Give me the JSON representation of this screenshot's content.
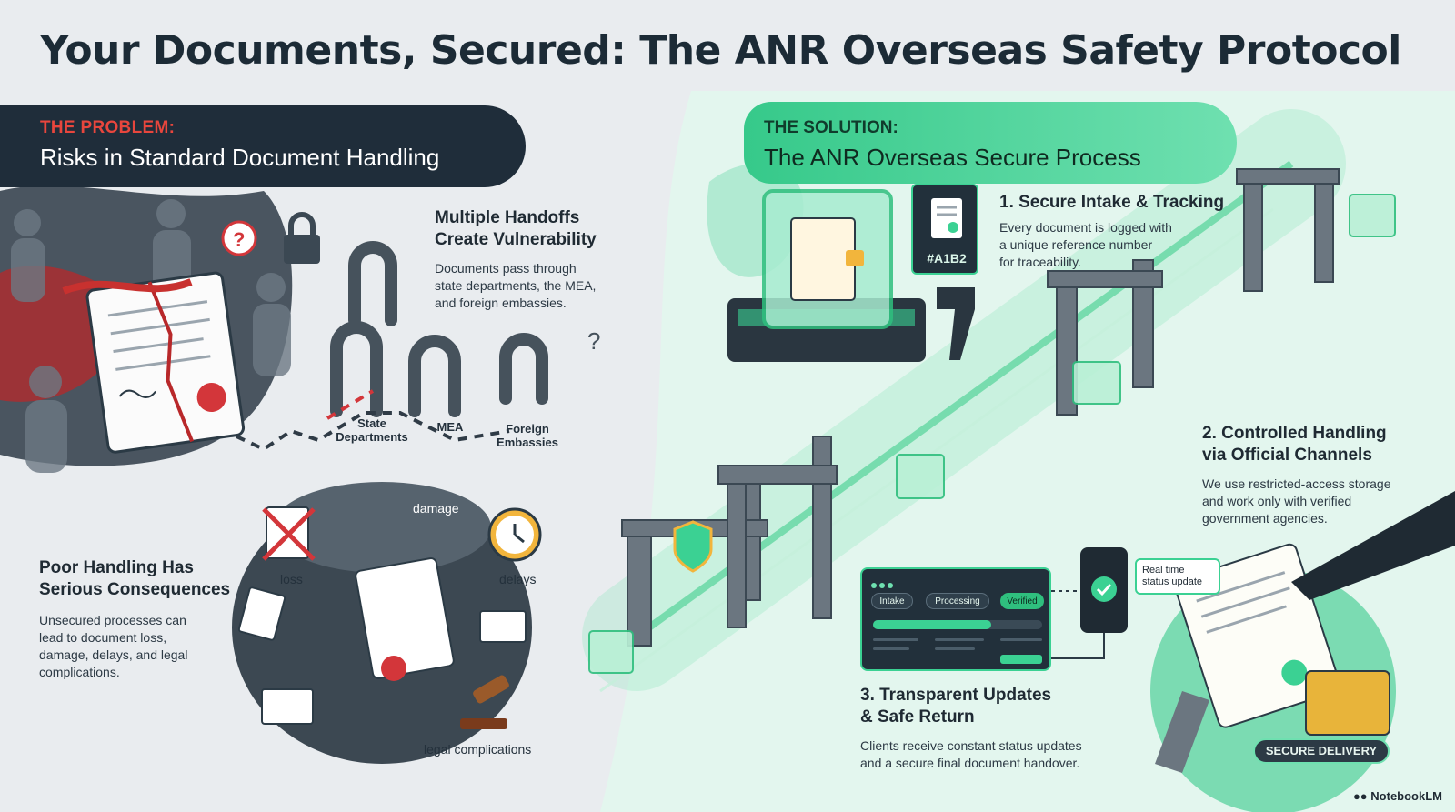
{
  "title": "Your Documents, Secured:  The ANR Overseas Safety Protocol",
  "problem": {
    "kicker": "THE PROBLEM:",
    "heading": "Risks in Standard Document Handling",
    "handoffs": {
      "title_line1": "Multiple Handoffs",
      "title_line2": "Create Vulnerability",
      "body_line1": "Documents pass through",
      "body_line2": "state departments, the MEA,",
      "body_line3": "and foreign embassies."
    },
    "gates": {
      "state_line1": "State",
      "state_line2": "Departments",
      "mea": "MEA",
      "foreign_line1": "Foreign",
      "foreign_line2": "Embassies"
    },
    "consequences": {
      "title_line1": "Poor Handling Has",
      "title_line2": "Serious Consequences",
      "body_line1": "Unsecured processes can",
      "body_line2": "lead to document loss,",
      "body_line3": "damage, delays, and legal",
      "body_line4": "complications."
    },
    "risk_labels": {
      "loss": "loss",
      "damage": "damage",
      "delays": "delays",
      "legal": "legal complications"
    }
  },
  "solution": {
    "kicker": "THE SOLUTION:",
    "heading": "The ANR Overseas Secure Process",
    "tag_code": "#A1B2",
    "step1": {
      "title": "1. Secure Intake & Tracking",
      "body_line1": "Every document is logged with",
      "body_line2": "a unique reference number",
      "body_line3": "for traceability."
    },
    "step2": {
      "title_line1": "2. Controlled Handling",
      "title_line2": "via Official Channels",
      "body_line1": "We use restricted-access storage",
      "body_line2": "and work only with verified",
      "body_line3": "government agencies."
    },
    "step3": {
      "title_line1": "3. Transparent Updates",
      "title_line2": "& Safe Return",
      "body_line1": "Clients receive constant status updates",
      "body_line2": "and a secure final document handover."
    },
    "tracker": {
      "stage1": "Intake",
      "stage2": "Processing",
      "stage3": "Verified",
      "progress": 0.7
    },
    "bubble_line1": "Real time",
    "bubble_line2": "status update",
    "secure_delivery": "SECURE DELIVERY"
  },
  "footer": {
    "brand": "NotebookLM"
  },
  "colors": {
    "navy": "#1f2d3a",
    "alert_red": "#e8463d",
    "green": "#3bd193",
    "mint": "#6fe0b0"
  }
}
